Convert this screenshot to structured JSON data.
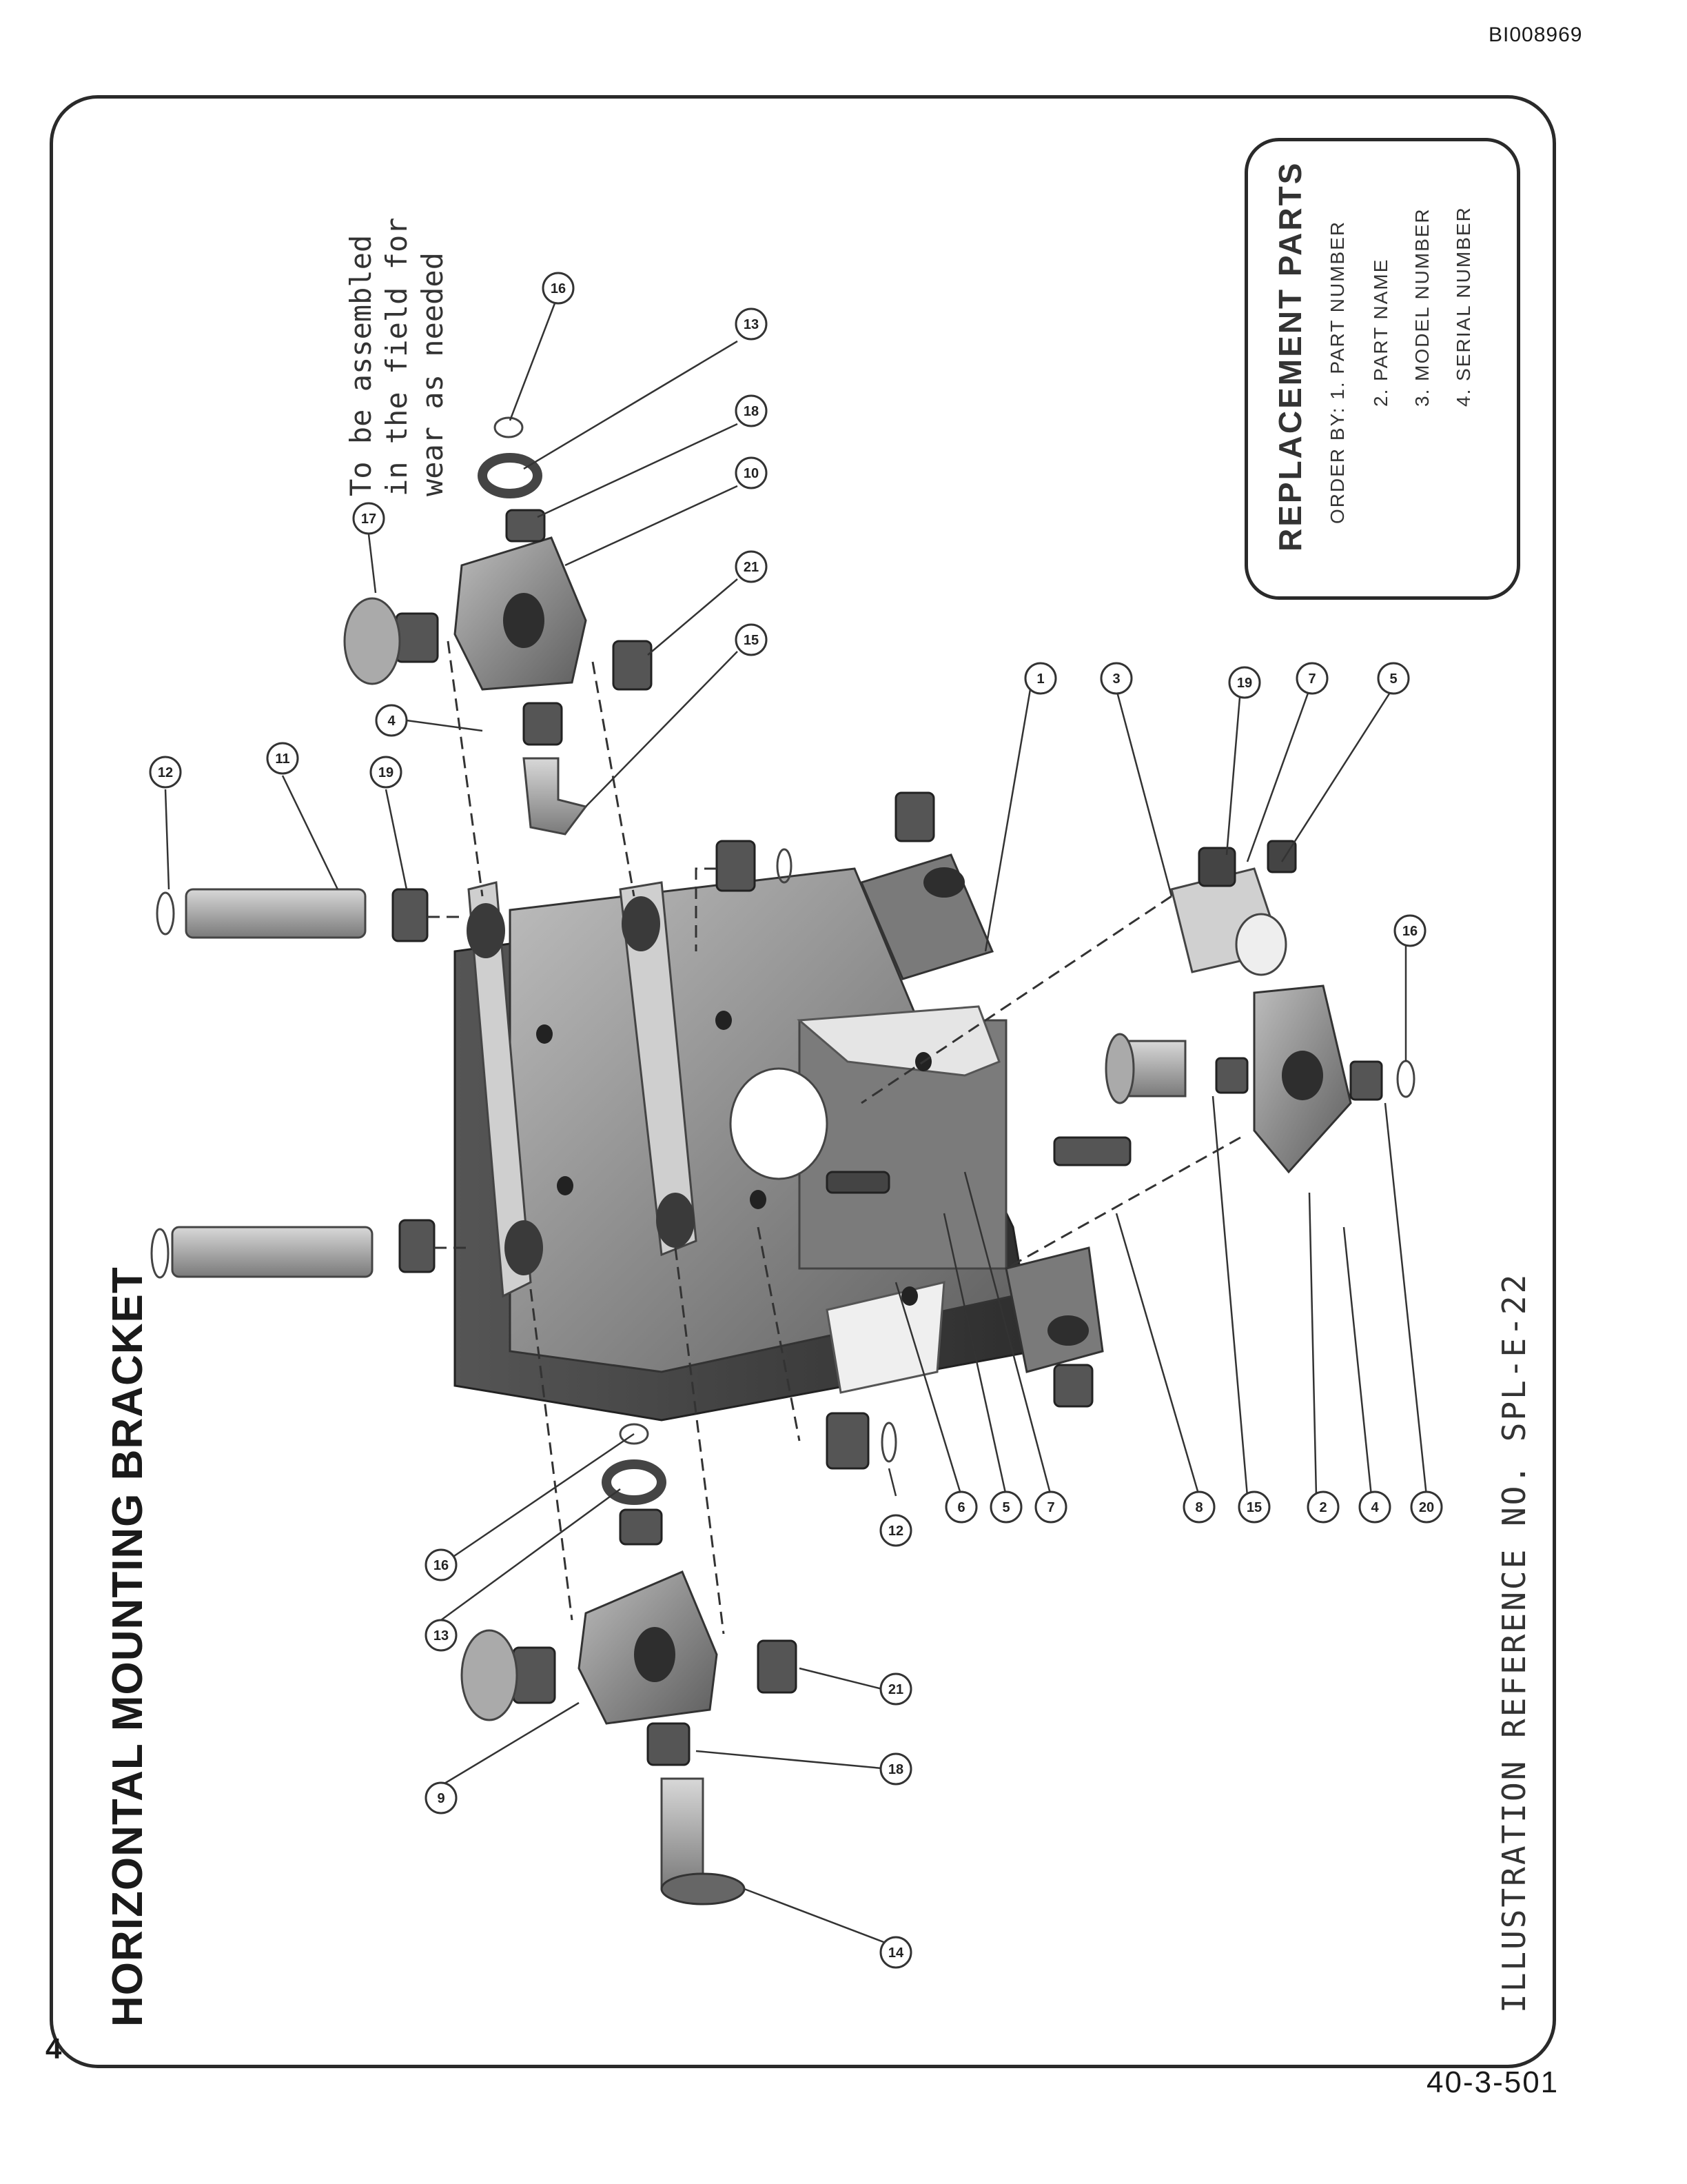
{
  "page": {
    "doc_id": "BI008969",
    "page_number": "4",
    "doc_code": "40-3-501",
    "title": "HORIZONTAL MOUNTING BRACKET",
    "illustration_reference": "ILLUSTRATION REFERENCE NO.  SPL-E-22",
    "note_lines": [
      "To be assembled",
      "in the field for",
      "wear as needed"
    ]
  },
  "replacement_parts": {
    "heading": "REPLACEMENT PARTS",
    "order_by_label": "ORDER BY:",
    "items": [
      "1. PART NUMBER",
      "2. PART NAME",
      "3. MODEL NUMBER",
      "4. SERIAL NUMBER"
    ]
  },
  "callouts": [
    {
      "n": "12"
    },
    {
      "n": "11"
    },
    {
      "n": "19"
    },
    {
      "n": "17"
    },
    {
      "n": "16"
    },
    {
      "n": "13"
    },
    {
      "n": "18"
    },
    {
      "n": "10"
    },
    {
      "n": "21"
    },
    {
      "n": "15"
    },
    {
      "n": "4"
    },
    {
      "n": "1"
    },
    {
      "n": "3"
    },
    {
      "n": "19"
    },
    {
      "n": "7"
    },
    {
      "n": "5"
    },
    {
      "n": "16"
    },
    {
      "n": "6"
    },
    {
      "n": "5"
    },
    {
      "n": "7"
    },
    {
      "n": "8"
    },
    {
      "n": "15"
    },
    {
      "n": "2"
    },
    {
      "n": "4"
    },
    {
      "n": "20"
    },
    {
      "n": "12"
    },
    {
      "n": "16"
    },
    {
      "n": "13"
    },
    {
      "n": "21"
    },
    {
      "n": "18"
    },
    {
      "n": "9"
    },
    {
      "n": "14"
    }
  ]
}
